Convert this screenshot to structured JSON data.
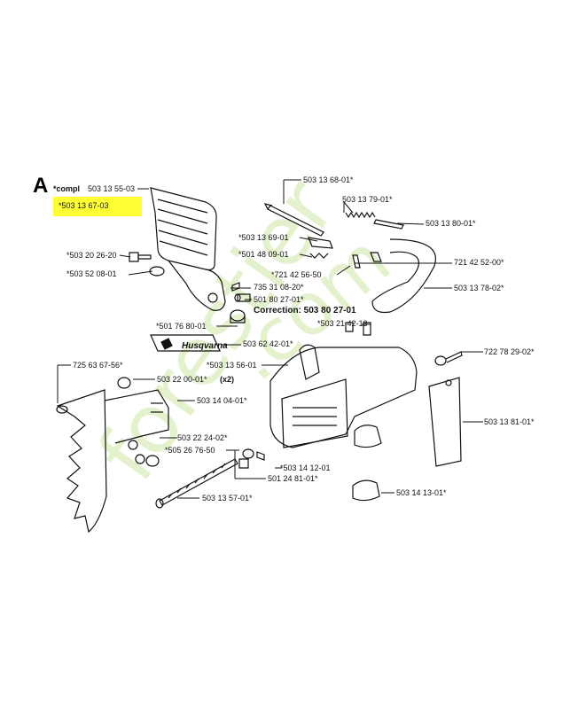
{
  "watermark": {
    "text_a": "forestier",
    "text_b": ".com"
  },
  "section_letter": "A",
  "logo_text": "Husqvarna",
  "labels": {
    "compl": "*compl",
    "compl_num": "503 13 55-03",
    "highlighted": "*503 13 67-03",
    "p1": "503 13 68-01*",
    "p2": "503 13 79-01*",
    "p3": "503 13 80-01*",
    "p4": "*503 13 69-01",
    "p5": "*501 48 09-01",
    "p6": "721 42 52-00*",
    "p7": "*721 42 56-50",
    "p8": "503 13 78-02*",
    "p9": "*503 20 26-20",
    "p10": "*503 52 08-01",
    "p11": "735 31 08-20*",
    "p12": "501 80 27-01*",
    "correction": "Correction: 503 80 27-01",
    "p13": "*501 76 80-01",
    "p14": "*503 21 42-13",
    "p15": "503 62 42-01*",
    "p16": "722 78 29-02*",
    "p17": "725 63 67-56*",
    "p18": "*503 13 56-01",
    "p19": "503 22 00-01*",
    "p19b": "(x2)",
    "p20": "503 14 04-01*",
    "p21": "503 13 81-01*",
    "p22": "503 22 24-02*",
    "p23": "*505 26 76-50",
    "p24": "*503 14 12-01",
    "p25": "501 24 81-01*",
    "p26": "503 14 13-01*",
    "p27": "503 13 57-01*"
  }
}
